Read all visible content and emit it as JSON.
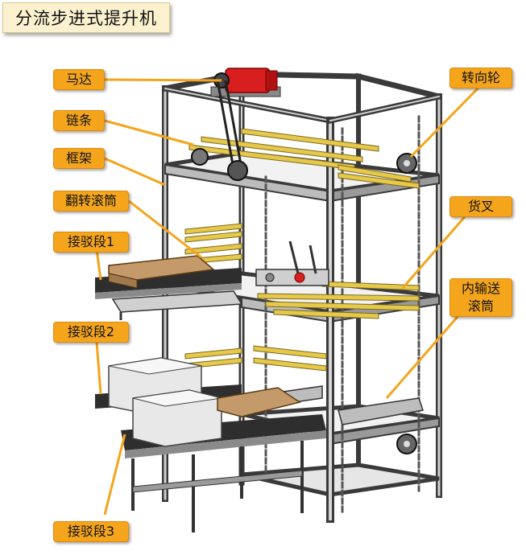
{
  "title": "分流步进式提升机",
  "colors": {
    "callout_fill": "#f4a51c",
    "callout_border": "#e08a0b",
    "title_fill": "#fbf1cf",
    "frame": "#3a3a3a",
    "frame_inner": "#c9c9c9",
    "roller": "#e6c84a",
    "motor": "#d81e1e",
    "conveyor_dark": "#2e2e2e",
    "box_white": "#e8e8e8",
    "box_brown": "#a07a4e"
  },
  "callouts": {
    "motor": "马达",
    "chain": "链条",
    "frame": "框架",
    "flip_roller": "翻转滚筒",
    "transfer_1": "接驳段1",
    "transfer_2": "接驳段2",
    "transfer_3": "接驳段3",
    "turn_wheel": "转向轮",
    "fork": "货叉",
    "inner_roller_line1": "内输送",
    "inner_roller_line2": "滚筒"
  }
}
